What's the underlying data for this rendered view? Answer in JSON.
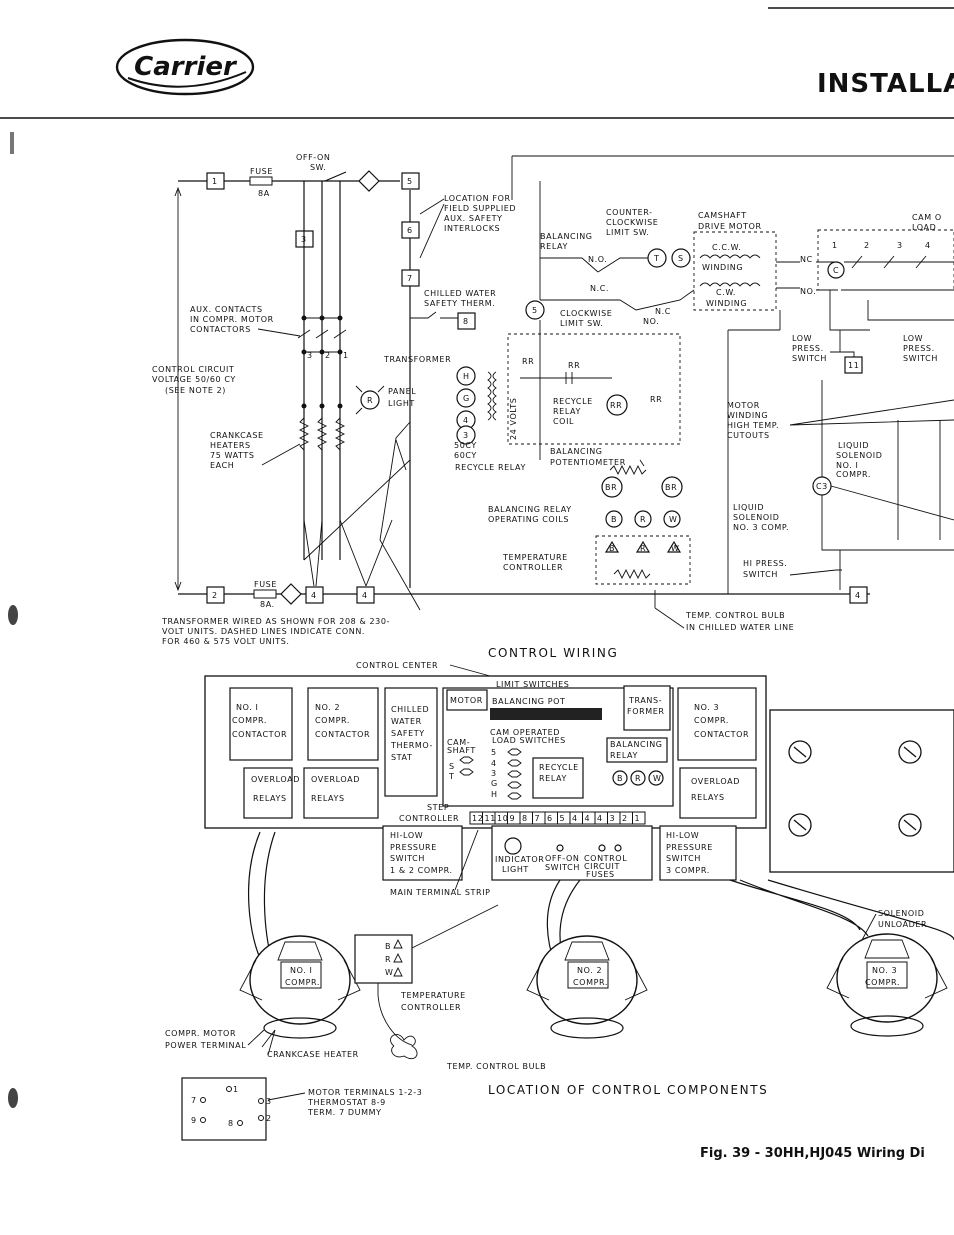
{
  "header": {
    "brand": "Carrier",
    "section_title": "INSTALLA"
  },
  "wiring": {
    "title": "CONTROL WIRING",
    "off_on_switch": [
      "OFF-ON",
      "SW."
    ],
    "fuse_top": [
      "FUSE",
      "8A"
    ],
    "fuse_bottom": [
      "FUSE",
      "8A."
    ],
    "location_note": [
      "LOCATION FOR",
      "FIELD SUPPLIED",
      "AUX. SAFETY",
      "INTERLOCKS"
    ],
    "chilled_water_therm": [
      "CHILLED WATER",
      "SAFETY THERM."
    ],
    "aux_contacts": [
      "AUX. CONTACTS",
      "IN COMPR. MOTOR",
      "CONTACTORS"
    ],
    "contact_numbers": [
      "3",
      "2",
      "1"
    ],
    "control_circuit": [
      "CONTROL CIRCUIT",
      "VOLTAGE 50/60 CY",
      "(SEE NOTE 2)"
    ],
    "transformer": "TRANSFORMER",
    "panel_light": [
      "PANEL",
      "LIGHT"
    ],
    "crankcase_heaters": [
      "CRANKCASE",
      "HEATERS",
      "75 WATTS",
      "EACH"
    ],
    "freq_labels": [
      "50CY",
      "60CY"
    ],
    "recycle_relay": "RECYCLE RELAY",
    "volts": "24 VOLTS",
    "rr_labels": [
      "RR",
      "RR",
      "RR"
    ],
    "recycle_relay_coil": [
      "RECYCLE",
      "RELAY",
      "COIL"
    ],
    "balancing_pot": [
      "BALANCING",
      "POTENTIOMETER"
    ],
    "br_coils": [
      "BALANCING RELAY",
      "OPERATING COILS"
    ],
    "temp_controller": [
      "TEMPERATURE",
      "CONTROLLER"
    ],
    "counter_clockwise": [
      "COUNTER-",
      "CLOCKWISE",
      "LIMIT SW."
    ],
    "balancing_relay": [
      "BALANCING",
      "RELAY"
    ],
    "camshaft_motor": [
      "CAMSHAFT",
      "DRIVE MOTOR"
    ],
    "ccw_winding": [
      "C.C.W.",
      "WINDING"
    ],
    "cw_winding": [
      "C.W.",
      "WINDING"
    ],
    "clockwise_limit": [
      "CLOCKWISE",
      "LIMIT SW."
    ],
    "nc_no": [
      "N.O.",
      "N.C.",
      "N.C",
      "NO.",
      "NC",
      "NO."
    ],
    "cam_load": [
      "CAM O",
      "LOAD"
    ],
    "cam_numbers": [
      "1",
      "2",
      "3",
      "4"
    ],
    "low_press_1": [
      "LOW",
      "PRESS.",
      "SWITCH"
    ],
    "low_press_2": [
      "LOW",
      "PRESS.",
      "SWITCH"
    ],
    "motor_winding": [
      "MOTOR",
      "WINDING",
      "HIGH TEMP.",
      "CUTOUTS"
    ],
    "liquid_solenoid_1": [
      "LIQUID",
      "SOLENOID",
      "NO. I",
      "COMPR."
    ],
    "liquid_solenoid_3": [
      "LIQUID",
      "SOLENOID",
      "NO. 3 COMP."
    ],
    "hi_press": [
      "HI PRESS.",
      "SWITCH"
    ],
    "temp_bulb": [
      "TEMP. CONTROL BULB",
      "IN CHILLED WATER LINE"
    ],
    "note": [
      "TRANSFORMER WIRED AS SHOWN FOR 208 & 230-",
      "VOLT UNITS. DASHED LINES INDICATE CONN.",
      "FOR 460 & 575 VOLT UNITS."
    ],
    "terminals": [
      "1",
      "2",
      "3",
      "4",
      "4",
      "5",
      "5",
      "6",
      "7",
      "8",
      "11",
      "4"
    ],
    "relay_letters": [
      "H",
      "G",
      "4",
      "3",
      "R",
      "T",
      "S",
      "BR",
      "BR",
      "B",
      "R",
      "W",
      "B",
      "R",
      "W",
      "C"
    ]
  },
  "components": {
    "control_center": "CONTROL CENTER",
    "no1_contactor": [
      "NO. I",
      "COMPR.",
      "CONTACTOR"
    ],
    "no2_contactor": [
      "NO. 2",
      "COMPR.",
      "CONTACTOR"
    ],
    "no3_contactor": [
      "NO. 3",
      "COMPR.",
      "CONTACTOR"
    ],
    "chilled_water_thermostat": [
      "CHILLED",
      "WATER",
      "SAFETY",
      "THERMO-",
      "STAT"
    ],
    "motor": "MOTOR",
    "limit_switches": "LIMIT SWITCHES",
    "balancing_pot": "BALANCING POT",
    "transformer": [
      "TRANS-",
      "FORMER"
    ],
    "cam_operated": [
      "CAM OPERATED",
      "LOAD SWITCHES"
    ],
    "cam_shaft": [
      "CAM-",
      "SHAFT"
    ],
    "cam_letters": [
      "S",
      "T",
      "5",
      "4",
      "3",
      "G",
      "H"
    ],
    "balancing_relay": [
      "BALANCING",
      "RELAY"
    ],
    "recycle_relay": [
      "RECYCLE",
      "RELAY"
    ],
    "bra_letters": [
      "B",
      "R",
      "W"
    ],
    "overload_relays": [
      "OVERLOAD",
      "RELAYS"
    ],
    "step_controller": [
      "STEP",
      "CONTROLLER"
    ],
    "strip_numbers": [
      "12",
      "11",
      "10",
      "9",
      "8",
      "7",
      "6",
      "5",
      "4",
      "4",
      "4",
      "3",
      "2",
      "1"
    ],
    "hilow_12": [
      "HI-LOW",
      "PRESSURE",
      "SWITCH",
      "1 & 2 COMPR."
    ],
    "hilow_3": [
      "HI-LOW",
      "PRESSURE",
      "SWITCH",
      "3 COMPR."
    ],
    "indicator_light": [
      "INDICATOR",
      "LIGHT"
    ],
    "off_on_switch": [
      "OFF-ON",
      "SWITCH"
    ],
    "control_circuit_fuses": [
      "CONTROL",
      "CIRCUIT",
      "FUSES"
    ],
    "main_terminal_strip": "MAIN TERMINAL STRIP",
    "no1_compr": [
      "NO. I",
      "COMPR."
    ],
    "no2_compr": [
      "NO. 2",
      "COMPR."
    ],
    "no3_compr": [
      "NO. 3",
      "COMPR."
    ],
    "temperature_controller": [
      "TEMPERATURE",
      "CONTROLLER"
    ],
    "tc_letters": [
      "B",
      "R",
      "W"
    ],
    "solenoid_unloader": [
      "SOLENOID",
      "UNLOADER"
    ],
    "compr_motor_power": [
      "COMPR. MOTOR",
      "POWER TERMINAL"
    ],
    "crankcase_heater": "CRANKCASE HEATER",
    "temp_control_bulb": "TEMP. CONTROL BULB",
    "terminal_numbers": [
      "1",
      "7",
      "3",
      "9",
      "8",
      "2"
    ],
    "motor_terminals": [
      "MOTOR TERMINALS 1-2-3",
      "THERMOSTAT 8-9",
      "TERM. 7 DUMMY"
    ],
    "location_title": "LOCATION OF CONTROL COMPONENTS"
  },
  "caption": "Fig. 39 - 30HH,HJ045 Wiring Di"
}
